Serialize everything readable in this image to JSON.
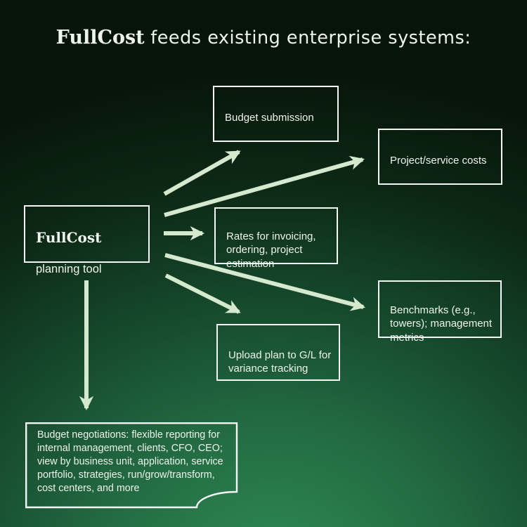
{
  "title": {
    "brand": "FullCost",
    "rest": " feeds existing enterprise systems:"
  },
  "source_box": {
    "brand": "FullCost",
    "label": "planning tool"
  },
  "boxes": {
    "budget_submission": "Budget submission",
    "project_service_costs": "Project/service costs",
    "rates": "Rates for invoicing,\nordering, project\nestimation",
    "benchmarks": "Benchmarks (e.g.,\ntowers); management\nmetrics",
    "upload_plan": "Upload plan to G/L for\nvariance tracking",
    "budget_negotiations": "Budget negotiations: flexible reporting for\ninternal management, clients, CFO, CEO;\nview by business unit, application, service\nportfolio, strategies, run/grow/transform,\ncost centers, and more"
  },
  "connections": [
    {
      "from": "fullcost-planning-tool",
      "to": "budget-submission"
    },
    {
      "from": "fullcost-planning-tool",
      "to": "project-service-costs"
    },
    {
      "from": "fullcost-planning-tool",
      "to": "rates"
    },
    {
      "from": "fullcost-planning-tool",
      "to": "benchmarks"
    },
    {
      "from": "fullcost-planning-tool",
      "to": "upload-plan"
    },
    {
      "from": "fullcost-planning-tool",
      "to": "budget-negotiations"
    }
  ],
  "colors": {
    "background_dark": "#071508",
    "background_light": "#2f8a55",
    "arrow": "#d4e9cd",
    "box_border": "#f4f7f3",
    "text": "#eef4ec"
  }
}
